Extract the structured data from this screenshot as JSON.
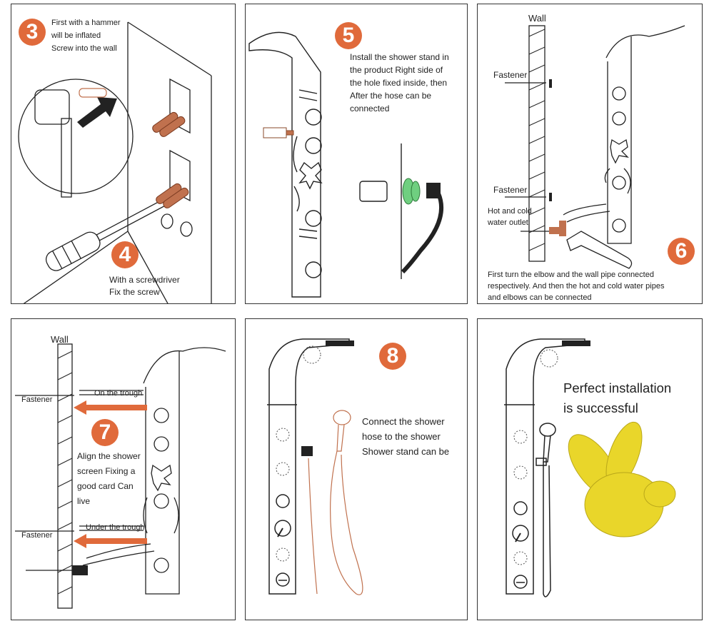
{
  "colors": {
    "accent": "#e06a3b",
    "copper": "#c0714e",
    "hand": "#e9d62a",
    "line": "#222222"
  },
  "step3": {
    "number": "3",
    "lines": [
      "First with a hammer",
      "will be inflated",
      "Screw into the wall"
    ]
  },
  "step4": {
    "number": "4",
    "lines": [
      "With a screwdriver",
      "Fix the screw"
    ]
  },
  "step5": {
    "number": "5",
    "lines": [
      "Install the shower stand in",
      "the product Right side of",
      "the hole fixed inside, then",
      "After the hose can be",
      "connected"
    ]
  },
  "step6": {
    "number": "6",
    "wall": "Wall",
    "fastener_top": "Fastener",
    "fastener_bottom": "Fastener",
    "outlet": [
      "Hot and cold",
      "water outlet"
    ],
    "lines": [
      "First turn the elbow and the wall pipe connected",
      "respectively. And then the hot and cold water pipes",
      "and elbows can be connected"
    ]
  },
  "step7": {
    "number": "7",
    "wall": "Wall",
    "fastener_top": "Fastener",
    "fastener_bottom": "Fastener",
    "on_trough": "On the trough",
    "under_trough": "Under the trough",
    "lines": [
      "Align the shower",
      "screen Fixing a",
      "good card Can",
      "live"
    ]
  },
  "step8": {
    "number": "8",
    "lines": [
      "Connect the shower",
      "hose to the shower",
      "Shower stand can be"
    ]
  },
  "final": {
    "lines": [
      "Perfect installation",
      "is successful"
    ]
  }
}
